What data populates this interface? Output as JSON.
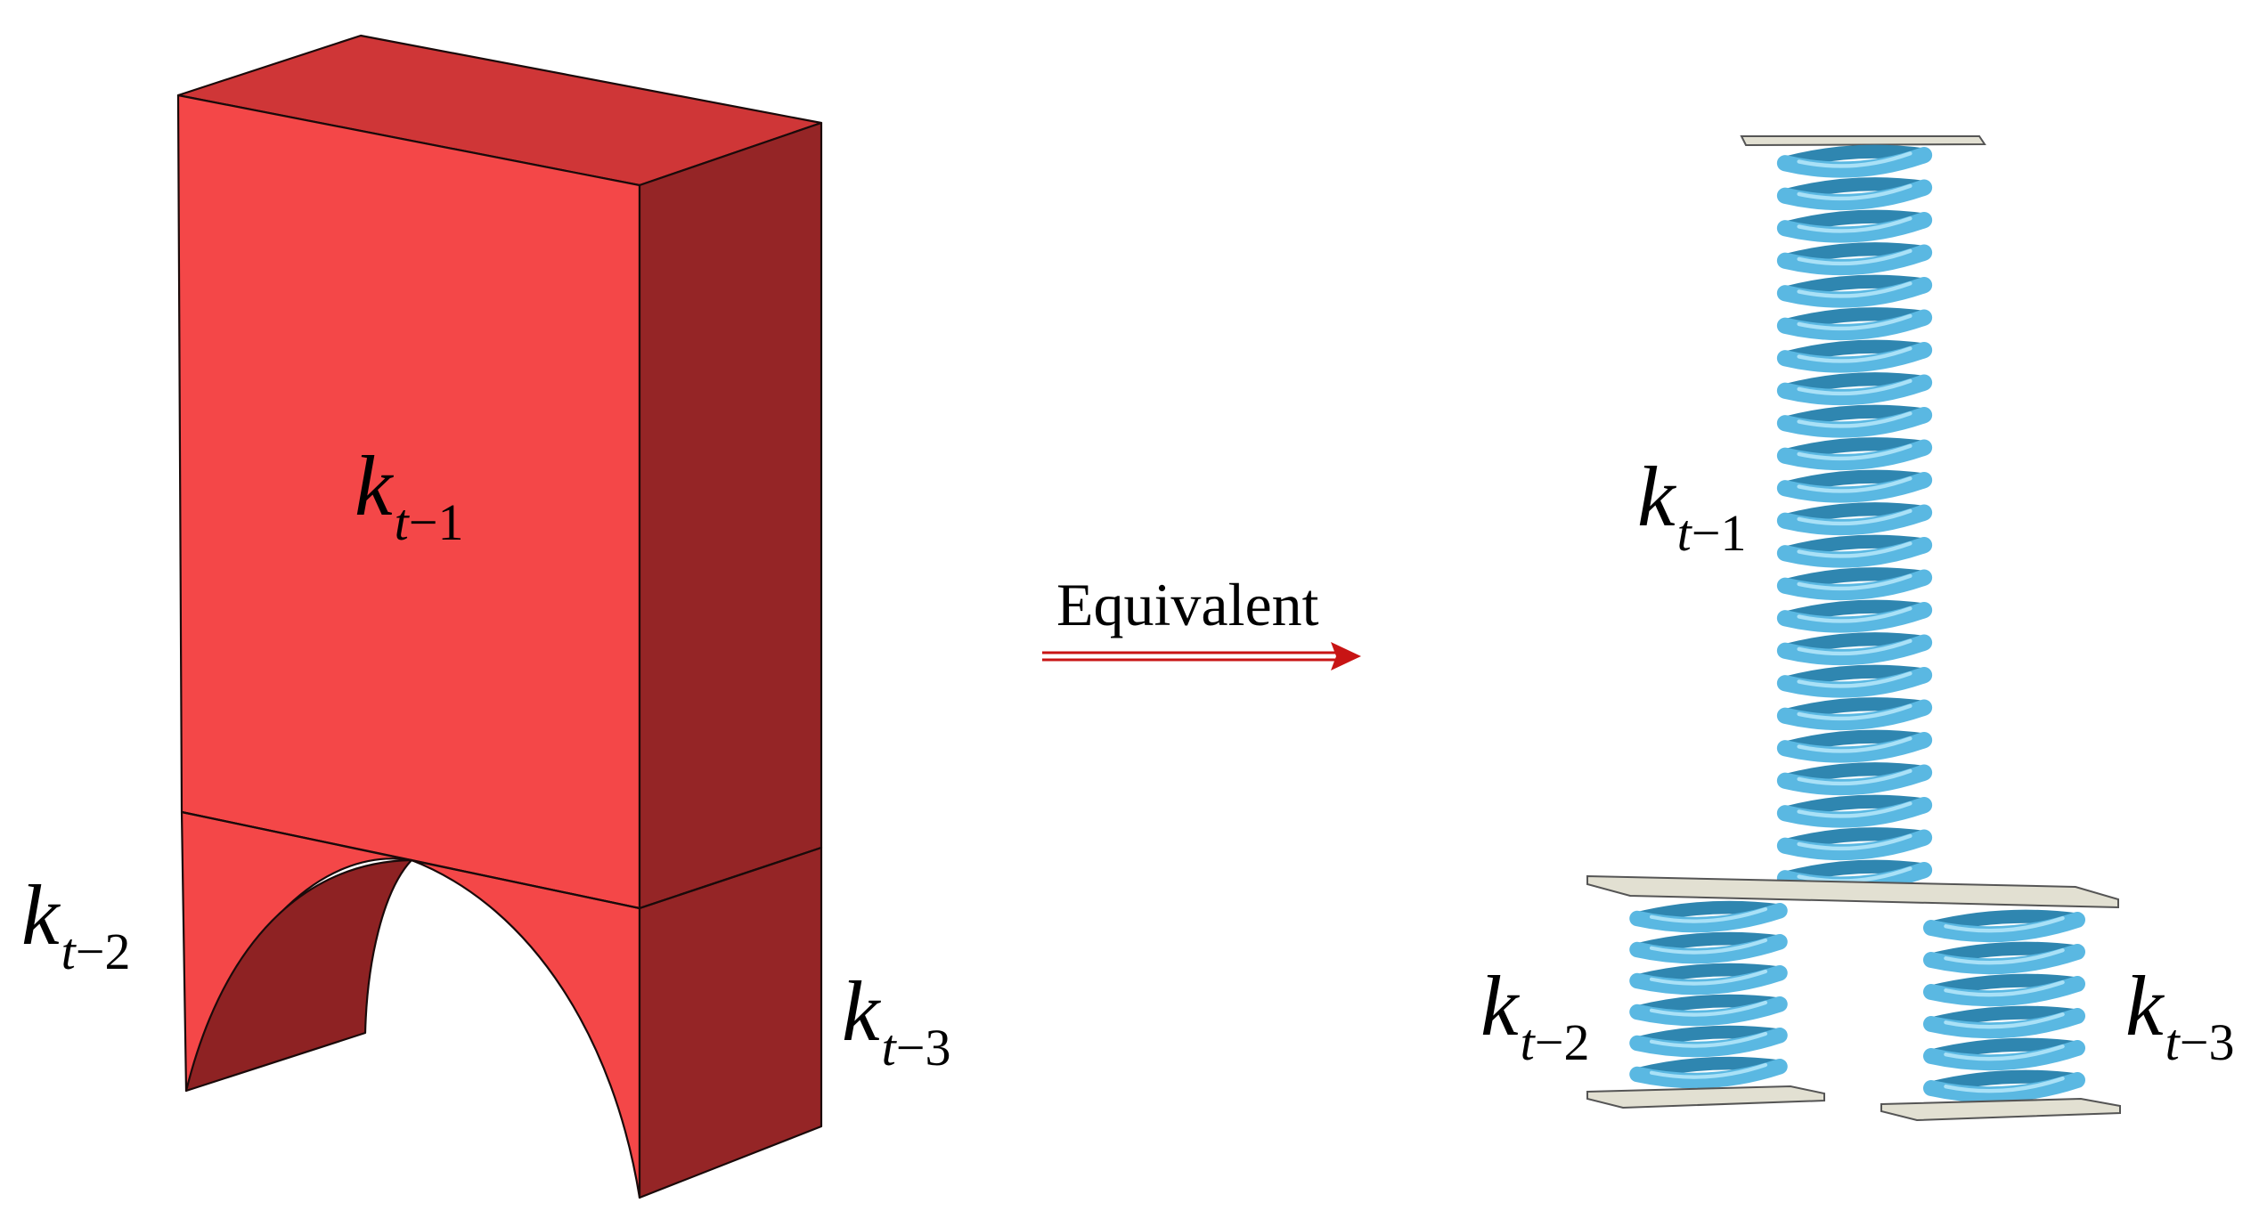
{
  "block": {
    "label_top": {
      "base": "k",
      "var": "t",
      "rest": "−1"
    },
    "label_left": {
      "base": "k",
      "var": "t",
      "rest": "−2"
    },
    "label_right": {
      "base": "k",
      "var": "t",
      "rest": "−3"
    }
  },
  "arrow": {
    "label": "Equivalent"
  },
  "springs": {
    "label_top": {
      "base": "k",
      "var": "t",
      "rest": "−1"
    },
    "label_left": {
      "base": "k",
      "var": "t",
      "rest": "−2"
    },
    "label_right": {
      "base": "k",
      "var": "t",
      "rest": "−3"
    }
  },
  "colors": {
    "block_front": "#f44748",
    "block_top": "#cf3637",
    "block_side": "#952526",
    "arch_inner": "#8e2223",
    "spring_blue": "#5ab8e2",
    "spring_dark": "#2f86b0",
    "plate_fill": "#e2e0d2",
    "arrow_red": "#c81414"
  }
}
